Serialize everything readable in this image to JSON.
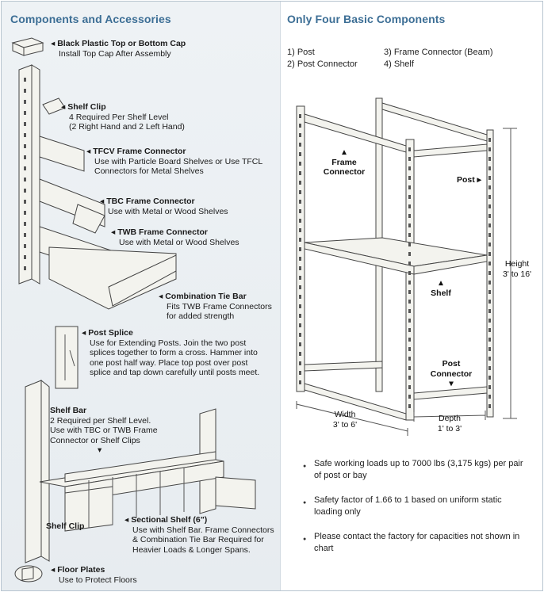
{
  "left": {
    "heading": "Components and Accessories",
    "items": [
      {
        "id": "top-cap",
        "title": "Black Plastic Top or Bottom Cap",
        "lines": [
          "Install Top Cap After Assembly"
        ]
      },
      {
        "id": "shelf-clip",
        "title": "Shelf Clip",
        "lines": [
          "4 Required Per Shelf Level",
          "(2 Right Hand and 2 Left Hand)"
        ]
      },
      {
        "id": "tfcv",
        "title": "TFCV Frame Connector",
        "lines": [
          "Use with Particle Board Shelves or Use TFCL",
          "Connectors for Metal Shelves"
        ]
      },
      {
        "id": "tbc",
        "title": "TBC Frame Connector",
        "lines": [
          "Use with Metal or Wood Shelves"
        ]
      },
      {
        "id": "twb",
        "title": "TWB Frame Connector",
        "lines": [
          "Use with Metal or Wood Shelves"
        ]
      },
      {
        "id": "tie-bar",
        "title": "Combination Tie Bar",
        "lines": [
          "Fits TWB Frame Connectors",
          "for added strength"
        ]
      },
      {
        "id": "post-splice",
        "title": "Post Splice",
        "lines": [
          "Use for Extending Posts. Join the two post",
          "splices together to form a cross. Hammer into",
          "one post half way. Place top post over post",
          "splice and tap down carefully until posts meet."
        ]
      },
      {
        "id": "shelf-bar",
        "title": "Shelf Bar",
        "lines": [
          "2 Required per Shelf Level.",
          "Use with TBC or TWB Frame",
          "Connector or Shelf Clips"
        ]
      },
      {
        "id": "shelf-clip-2",
        "title": "Shelf Clip",
        "lines": []
      },
      {
        "id": "sectional-shelf",
        "title": "Sectional Shelf (6\")",
        "lines": [
          "Use with Shelf Bar. Frame Connectors",
          "& Combination Tie Bar Required for",
          "Heavier Loads & Longer Spans."
        ]
      },
      {
        "id": "floor-plates",
        "title": "Floor Plates",
        "lines": [
          "Use to Protect Floors"
        ]
      }
    ]
  },
  "right": {
    "heading": "Only Four Basic Components",
    "components": [
      "1) Post",
      "2) Post Connector",
      "3) Frame Connector (Beam)",
      "4) Shelf"
    ],
    "callouts": {
      "frame_connector": "Frame Connector",
      "post": "Post",
      "shelf": "Shelf",
      "post_connector": "Post Connector",
      "height": "Height",
      "height_range": "3' to 16'",
      "width": "Width",
      "width_range": "3' to 6'",
      "depth": "Depth",
      "depth_range": "1' to 3'"
    },
    "bullets": [
      "Safe working loads up to 7000 lbs (3,175 kgs) per pair of post or bay",
      "Safety factor of 1.66 to 1 based on uniform static loading only",
      "Please contact the factory for capacities not shown in chart"
    ]
  },
  "colors": {
    "heading": "#3c6e95",
    "panel": "#eaeff3",
    "border": "#b7c4cf"
  },
  "icons": [
    "left-arrow-icon",
    "up-arrow-icon",
    "right-arrow-icon",
    "down-arrow-icon",
    "bullet-icon"
  ]
}
